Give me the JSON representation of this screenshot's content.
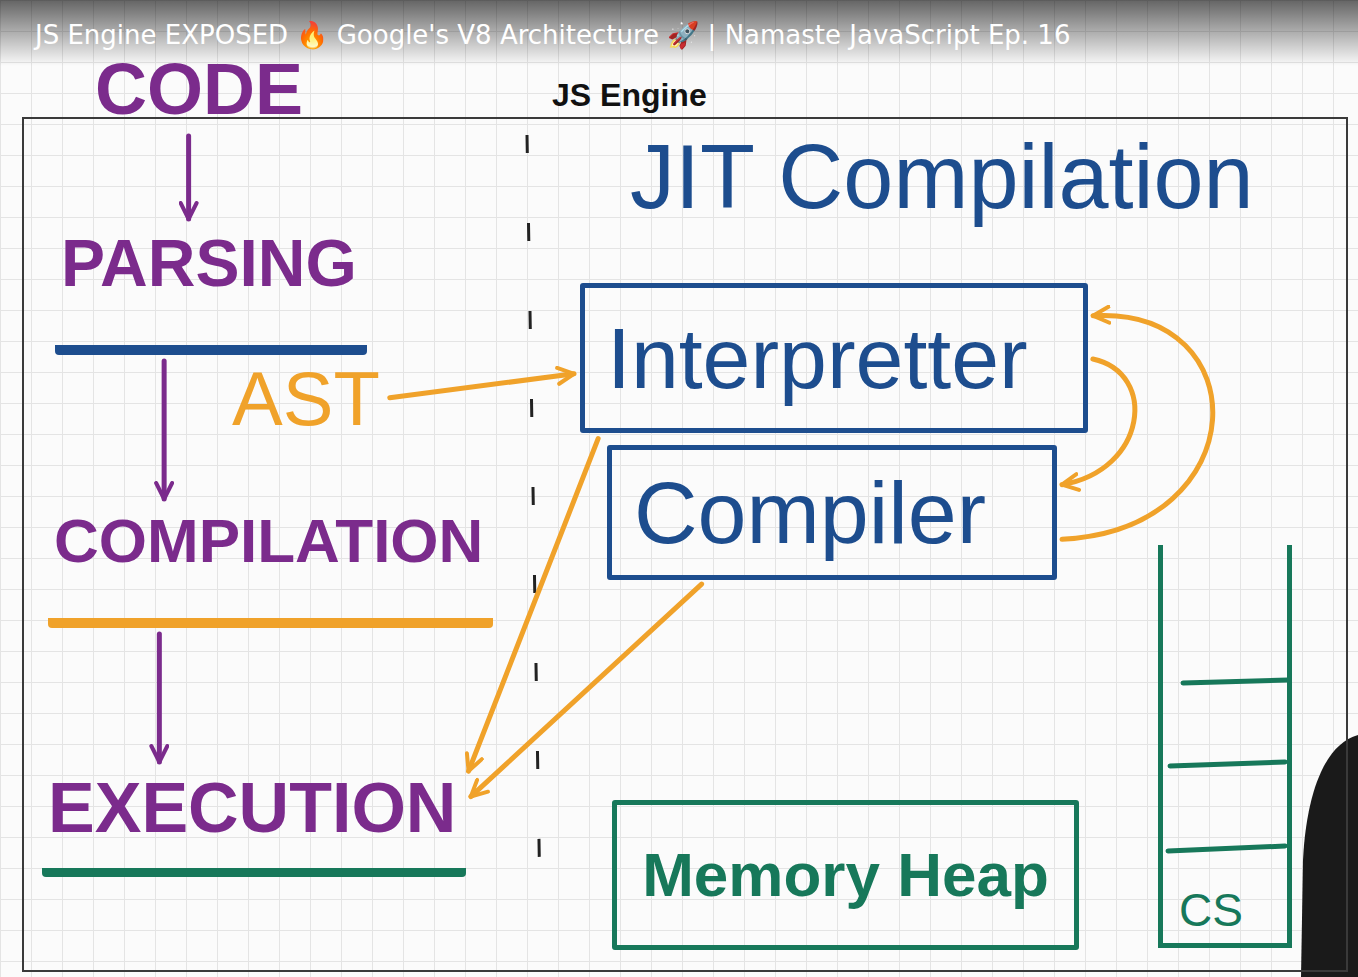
{
  "diagram": {
    "nodes": [
      {
        "text": [
          "CODE"
        ]
      },
      {
        "text": [
          "JS Engine"
        ]
      },
      {
        "text": [
          "PARSING"
        ],
        "in": 1
      },
      {
        "text": [
          "AST"
        ],
        "in": 1
      },
      {
        "text": [
          "COMPILATION"
        ],
        "in": 1
      },
      {
        "text": [
          "EXECUTION"
        ],
        "in": 1
      },
      {
        "text": [
          "Interpretter"
        ],
        "in": 1
      },
      {
        "text": [
          "Compiler"
        ],
        "in": 1
      },
      {
        "text": [
          "Memory Heap"
        ],
        "in": 1
      },
      {
        "text": [
          "CS"
        ],
        "in": 1
      }
    ],
    "edges": [
      {
        "from": 0,
        "to": 2,
        "arrow": "to"
      },
      {
        "from": 2,
        "to": 4,
        "arrow": "to"
      },
      {
        "from": 4,
        "to": 5,
        "arrow": "to"
      },
      {
        "from": 3,
        "to": 6,
        "arrow": "to"
      },
      {
        "from": 6,
        "to": 7,
        "arrow": "to"
      },
      {
        "from": 7,
        "to": 6,
        "arrow": "to"
      },
      {
        "from": 6,
        "to": 5,
        "arrow": "to"
      },
      {
        "from": 7,
        "to": 5,
        "arrow": "to"
      }
    ],
    "labels": [
      "JS Engine EXPOSED 🔥 Google's V8 Architecture 🚀 | Namaste JavaScript Ep. 16",
      "JIT Compilation"
    ]
  }
}
